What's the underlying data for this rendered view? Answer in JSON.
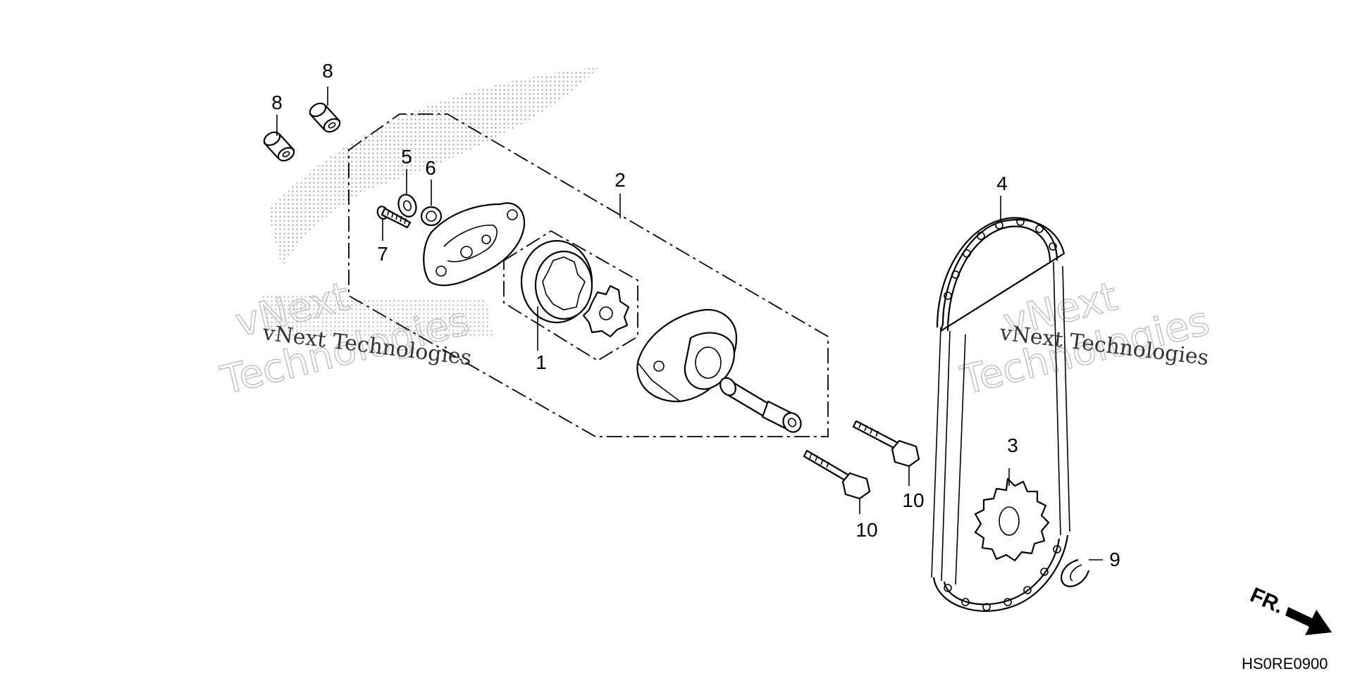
{
  "diagram": {
    "code": "HS0RE0900",
    "direction_label": "FR.",
    "callouts": [
      {
        "id": "1",
        "label": "1"
      },
      {
        "id": "2",
        "label": "2"
      },
      {
        "id": "3",
        "label": "3"
      },
      {
        "id": "4",
        "label": "4"
      },
      {
        "id": "5",
        "label": "5"
      },
      {
        "id": "6",
        "label": "6"
      },
      {
        "id": "7",
        "label": "7"
      },
      {
        "id": "8a",
        "label": "8"
      },
      {
        "id": "8b",
        "label": "8"
      },
      {
        "id": "9",
        "label": "9"
      },
      {
        "id": "10a",
        "label": "10"
      },
      {
        "id": "10b",
        "label": "10"
      }
    ]
  },
  "watermark": {
    "solid_text": "vNext Technologies",
    "outline_line1": "vNext",
    "outline_line2": "Technologies"
  }
}
